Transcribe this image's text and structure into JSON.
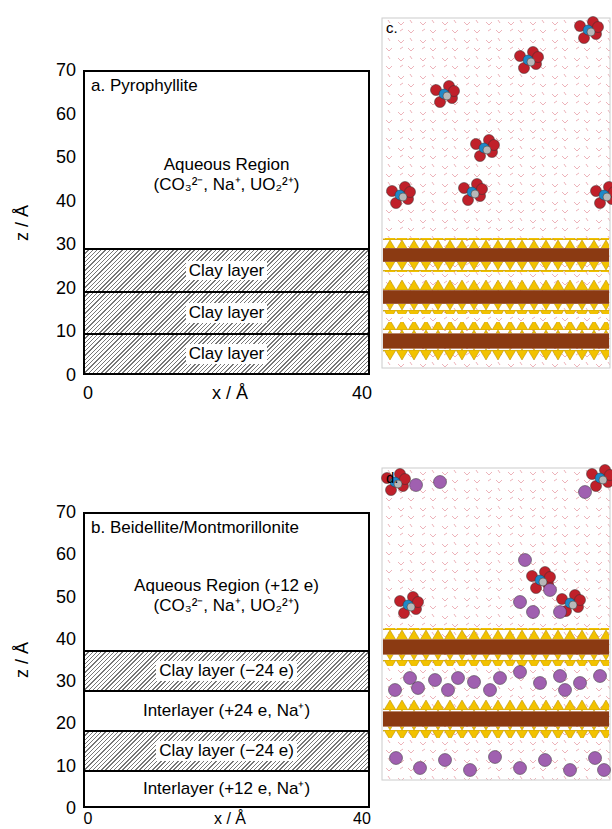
{
  "diagram": {
    "nodes": [
      {
        "text": [
          "a. Pyrophyllite"
        ]
      },
      {
        "text": [
          "Aqueous Region",
          "(CO₃²⁻, Na⁺, UO₂²⁺)"
        ],
        "in": 0
      },
      {
        "text": [
          "Clay layer"
        ],
        "in": 0
      },
      {
        "text": [
          "Clay layer"
        ],
        "in": 0
      },
      {
        "text": [
          "Clay layer"
        ],
        "in": 0
      },
      {
        "text": [
          "b. Beidellite/Montmorillonite"
        ]
      },
      {
        "text": [
          "Aqueous Region (+12 e)",
          "(CO₃²⁻, Na⁺, UO₂²⁺)"
        ],
        "in": 5
      },
      {
        "text": [
          "Clay layer (−24 e)"
        ],
        "in": 5
      },
      {
        "text": [
          "Interlayer (+24 e, Na⁺)"
        ],
        "in": 5
      },
      {
        "text": [
          "Clay layer (−24 e)"
        ],
        "in": 5
      },
      {
        "text": [
          "Interlayer (+12 e, Na⁺)"
        ],
        "in": 5
      }
    ],
    "labels": [
      "70",
      "60",
      "50",
      "40",
      "30",
      "20",
      "10",
      "0",
      "z / Å",
      "0",
      "40",
      "x / Å",
      "70",
      "60",
      "50",
      "40",
      "30",
      "20",
      "10",
      "0",
      "z / Å",
      "0",
      "40",
      "x / Å",
      "c.",
      "d."
    ]
  }
}
